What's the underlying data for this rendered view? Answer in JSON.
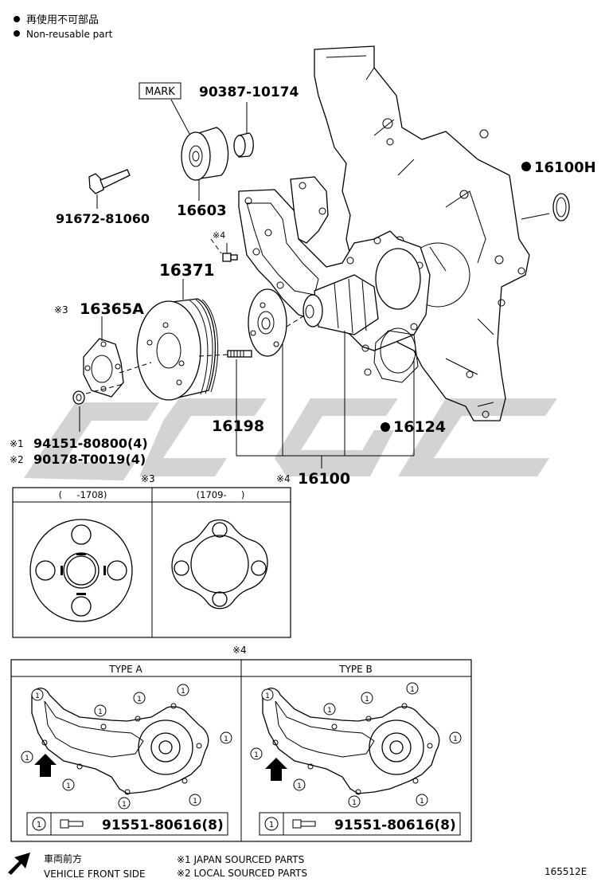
{
  "legend": {
    "jp": "再使用不可部品",
    "en": "Non-reusable part"
  },
  "parts": {
    "mark_label": "MARK",
    "p90387": "90387-10174",
    "p16603": "16603",
    "p91672": "91672-81060",
    "p16100h": "16100H",
    "p16371": "16371",
    "p16365a": "16365A",
    "p94151": "94151-80800(4)",
    "p90178": "90178-T0019(4)",
    "p16198": "16198",
    "p16124": "16124",
    "p16100": "16100"
  },
  "refs": {
    "r1": "※1",
    "r2": "※2",
    "r3": "※3",
    "r4": "※4"
  },
  "variant_box": {
    "col_left": "(     -1708)",
    "col_right": "(1709-     )"
  },
  "type_box": {
    "type_a": "TYPE A",
    "type_b": "TYPE B",
    "bolt_index": "1",
    "bolt_part": "91551-80616(8)"
  },
  "footer": {
    "dir_jp": "車両前方",
    "dir_en": "VEHICLE FRONT SIDE",
    "note1": "※1 JAPAN SOURCED PARTS",
    "note2": "※2 LOCAL SOURCED PARTS",
    "fig_id": "165512E"
  }
}
